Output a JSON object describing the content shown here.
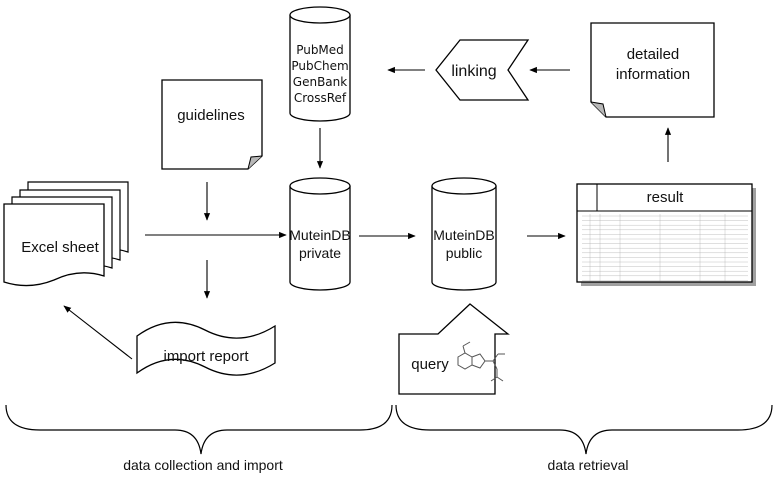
{
  "colors": {
    "stroke": "#000000",
    "fill": "#ffffff",
    "shadow": "#9a9a9a",
    "table_line": "#b0b0b0"
  },
  "nodes": {
    "excel_sheet": {
      "label": "Excel sheet",
      "icon": "stacked-documents-icon"
    },
    "guidelines": {
      "label": "guidelines",
      "icon": "document-icon"
    },
    "import_report": {
      "label": "import report",
      "icon": "wavy-document-icon"
    },
    "external_dbs": {
      "lines": [
        "PubMed",
        "PubChem",
        "GenBank",
        "CrossRef"
      ],
      "icon": "database-cylinder-icon"
    },
    "mutein_private": {
      "lines": [
        "MuteinDB",
        "private"
      ],
      "icon": "database-cylinder-icon"
    },
    "mutein_public": {
      "lines": [
        "MuteinDB",
        "public"
      ],
      "icon": "database-cylinder-icon"
    },
    "linking": {
      "label": "linking",
      "icon": "chevron-left-icon"
    },
    "detailed_info": {
      "lines": [
        "detailed",
        "information"
      ],
      "icon": "document-icon"
    },
    "result": {
      "label": "result",
      "icon": "table-window-icon"
    },
    "query": {
      "label": "query",
      "icon": "up-arrow-icon",
      "structure_icon": "chemical-structure-icon"
    }
  },
  "sections": {
    "left": "data collection and import",
    "right": "data retrieval"
  }
}
